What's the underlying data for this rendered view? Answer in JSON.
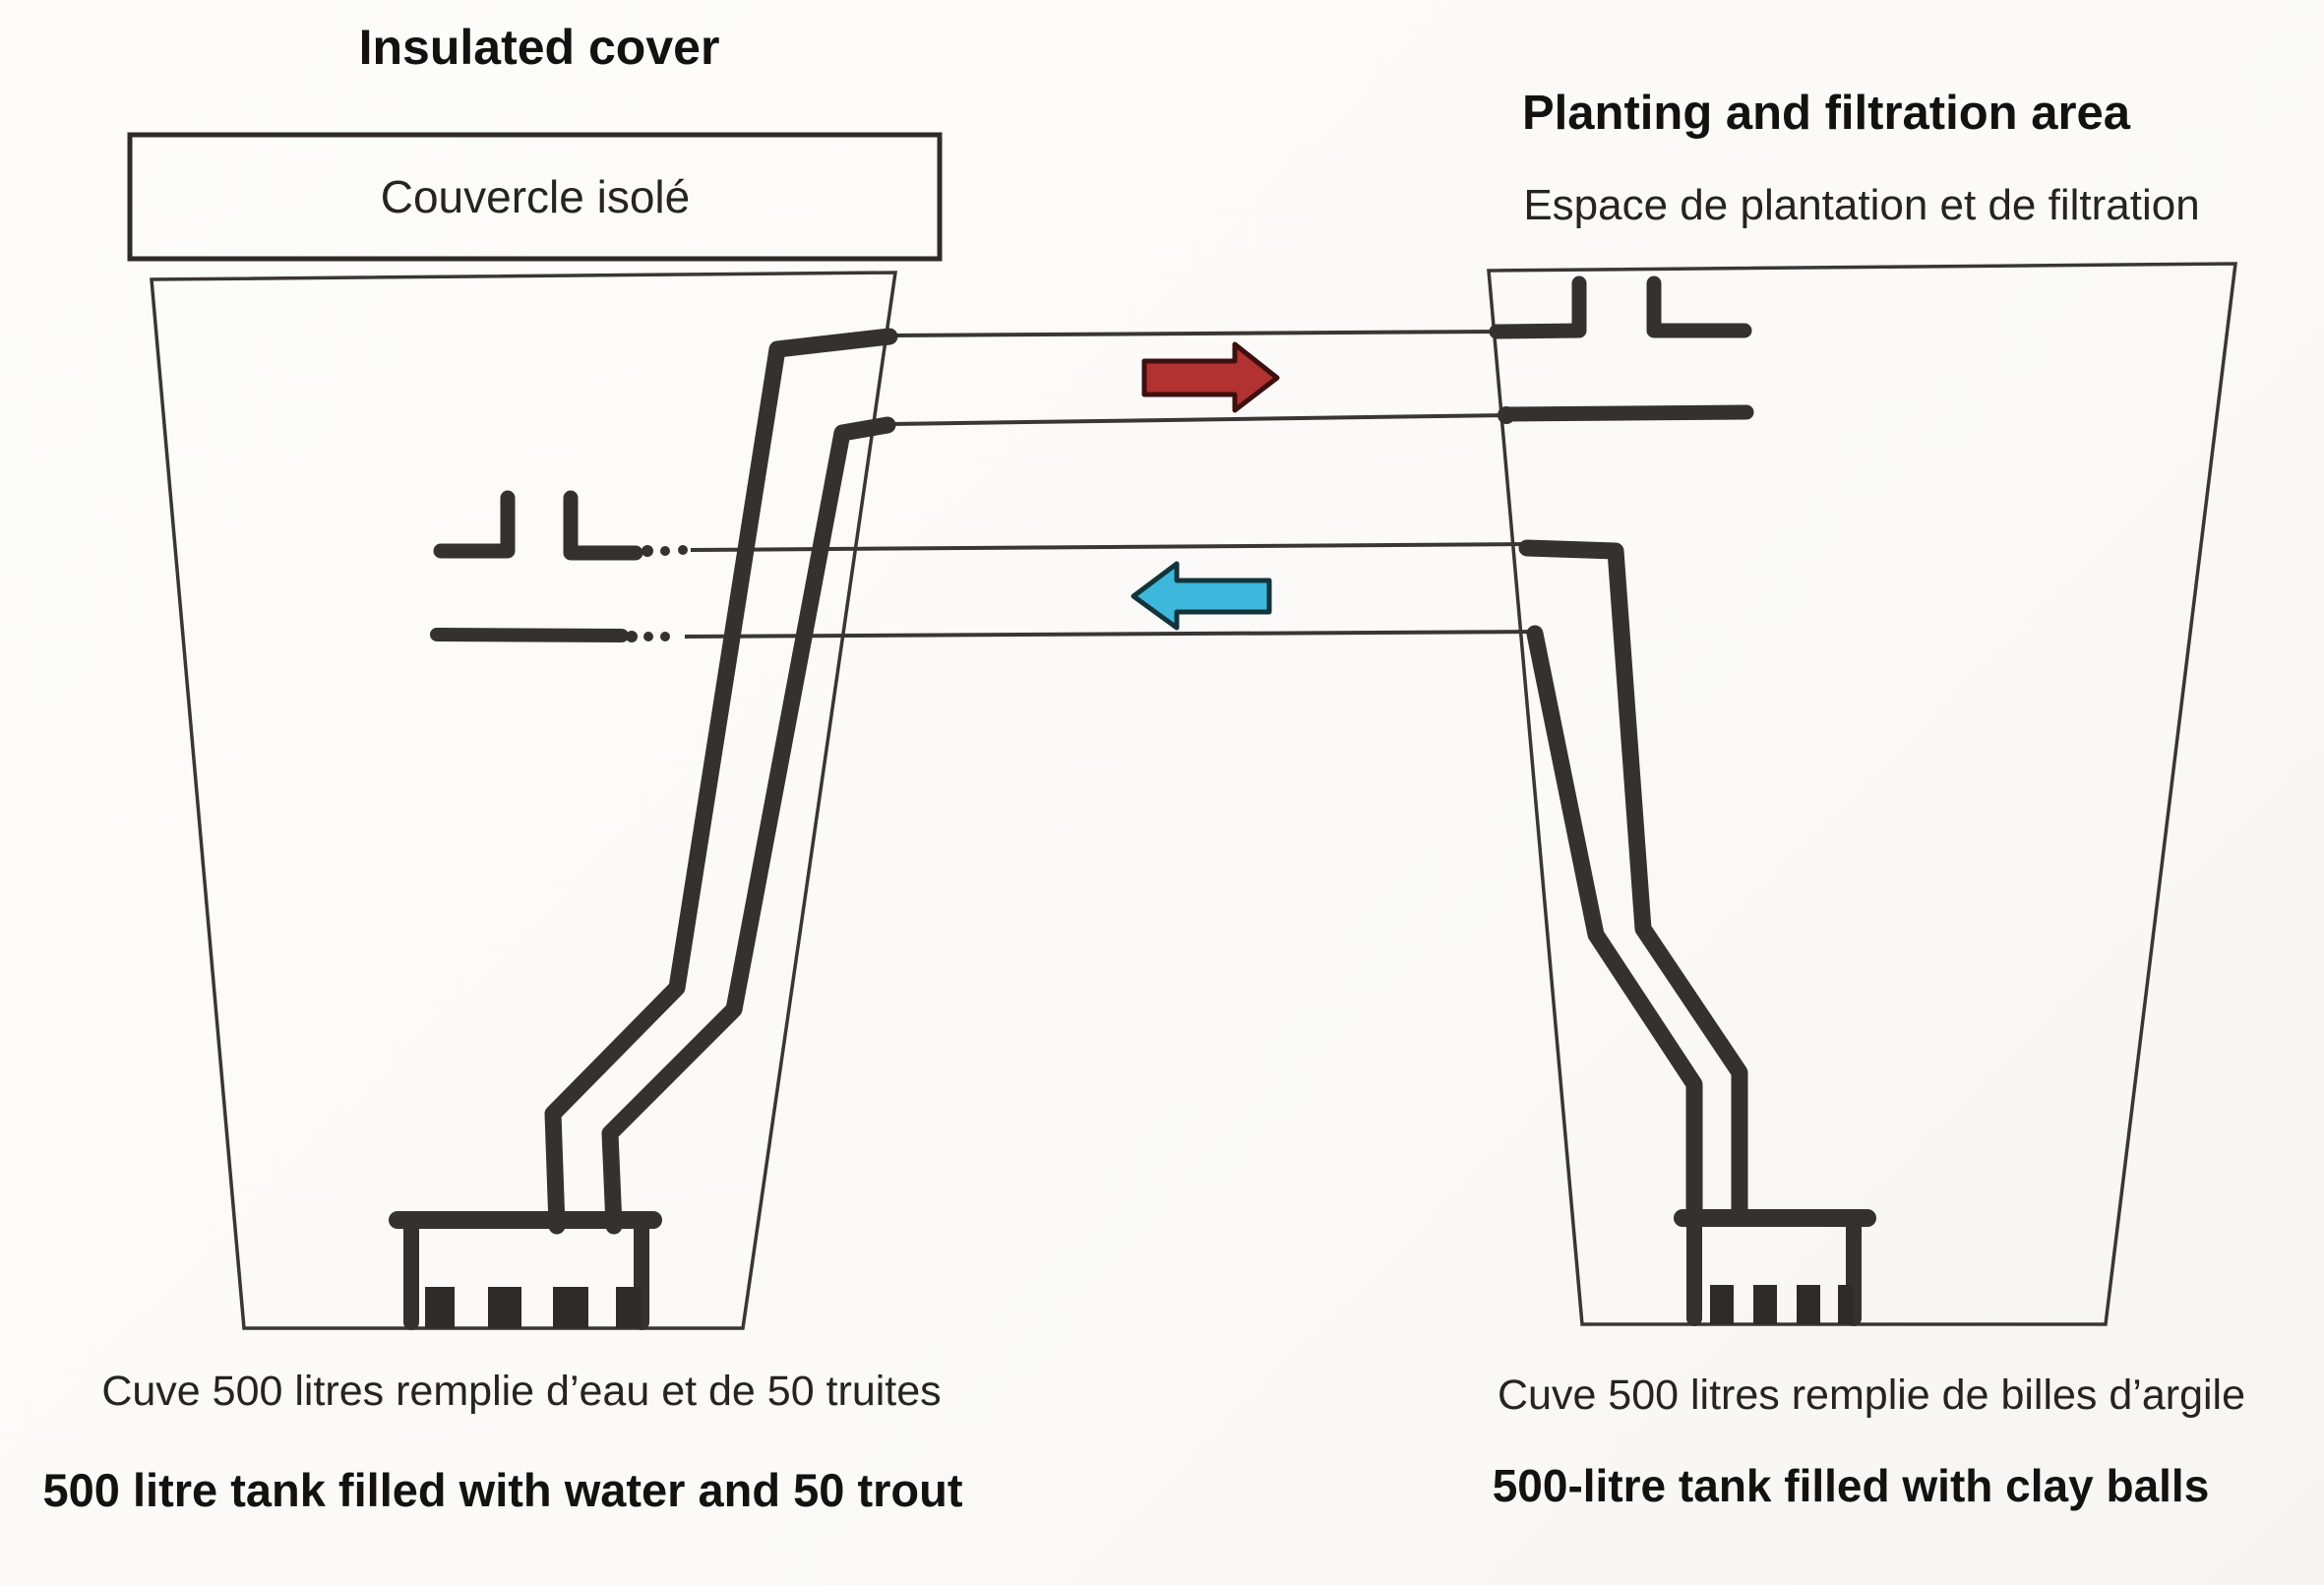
{
  "page": {
    "background": "#fcfbf9",
    "ink": "#35312e"
  },
  "labels": {
    "insulated_cover_en": "Insulated cover",
    "insulated_cover_fr": "Couvercle isolé",
    "planting_area_en": "Planting and filtration area",
    "planting_area_fr": "Espace de plantation et de filtration",
    "left_tank_fr": "Cuve 500 litres remplie d’eau et de 50 truites",
    "left_tank_en": "500 litre tank filled with water and 50 trout",
    "right_tank_fr": "Cuve 500 litres remplie de billes d’argile",
    "right_tank_en": "500-litre tank filled with clay balls"
  },
  "arrows": {
    "supply": {
      "direction": "right",
      "fill": "#b23131",
      "outline": "#3d1010"
    },
    "return": {
      "direction": "left",
      "fill": "#3db8dc",
      "outline": "#14343c"
    }
  }
}
